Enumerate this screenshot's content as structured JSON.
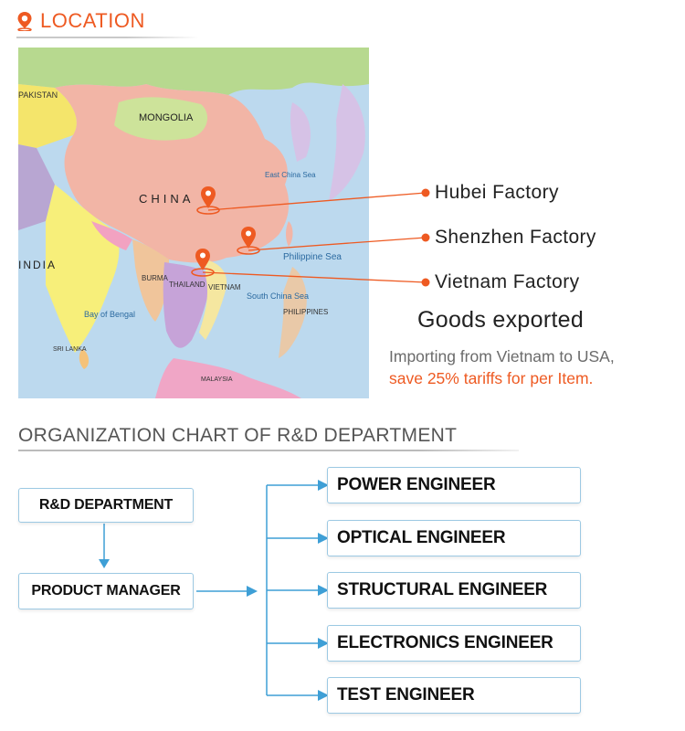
{
  "location": {
    "title": "LOCATION",
    "icon": "map-pin-icon",
    "accent": "#ee5a22"
  },
  "map": {
    "labels": {
      "mongolia": "MONGOLIA",
      "china": "CHINA",
      "india": "INDIA",
      "pakistan": "PAKISTAN",
      "philippine_sea": "Philippine Sea",
      "south_china_sea": "South China Sea",
      "bay_of_bengal": "Bay of Bengal",
      "east_china_sea": "East China Sea",
      "philippines": "PHILIPPINES",
      "vietnam": "VIETNAM",
      "thailand": "THAILAND",
      "burma": "BURMA",
      "sri_lanka": "SRI LANKA",
      "malaysia": "MALAYSIA"
    }
  },
  "factories": [
    {
      "label": "Hubei Factory"
    },
    {
      "label": "Shenzhen Factory"
    },
    {
      "label": "Vietnam Factory"
    }
  ],
  "goods": {
    "title": "Goods exported",
    "line1": "Importing from Vietnam to USA,",
    "line2": "save 25% tariffs for per Item."
  },
  "org": {
    "title": "ORGANIZATION CHART OF R&D DEPARTMENT",
    "department": "R&D DEPARTMENT",
    "manager": "PRODUCT MANAGER",
    "engineers": [
      "POWER ENGINEER",
      "OPTICAL ENGINEER",
      "STRUCTURAL ENGINEER",
      "ELECTRONICS ENGINEER",
      "TEST ENGINEER"
    ],
    "line_color": "#3e9fd6"
  }
}
